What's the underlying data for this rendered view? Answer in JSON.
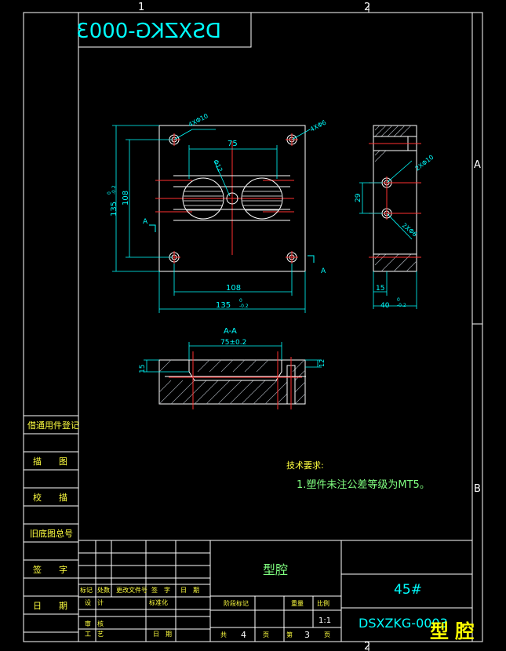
{
  "colors": {
    "background": "#000000",
    "frame": "#ffffff",
    "dimension": "#00ffff",
    "part": "#ffffff",
    "centerline": "#ff3030",
    "hatch": "#9aa0a8",
    "text_green": "#80ff80",
    "text_yellow": "#ffff40",
    "title_yellow": "#ffff00"
  },
  "zones": {
    "col_1": "1",
    "col_2": "2",
    "col_2_bottom": "2",
    "row_a": "A",
    "row_b": "B"
  },
  "drawing_code_mirrored": "DSXZKG-0003",
  "front_view": {
    "hole_note_top_left": "4XΦ10",
    "hole_note_top_right": "4XΦ6",
    "dim_width_top": "75",
    "dim_center_dia": "Φ12",
    "dim_height_inner": "108",
    "dim_height_outer": "135",
    "tol_outer": "0",
    "tol_outer_low": "-0.2",
    "section_mark_left": "A",
    "section_mark_right": "A",
    "dim_width_inner": "108",
    "dim_width_outer": "135"
  },
  "side_view": {
    "hole_note_top": "2XΦ10",
    "hole_note_bottom": "2XΦ6",
    "dim_spacing": "29",
    "dim_step": "15",
    "dim_thickness": "40",
    "tol_thickness": "0",
    "tol_thickness_low": "-0.2"
  },
  "section_view": {
    "title": "A-A",
    "dim_length": "75±0.2",
    "dim_depth_left": "15",
    "dim_depth_right": "12"
  },
  "left_stamp_table": {
    "rows": [
      "借通用件登记",
      "描　　图",
      "校　　描",
      "旧底图总号",
      "签　　字",
      "日　　期"
    ]
  },
  "tech_requirements": {
    "heading": "技术要求:",
    "line1": "1.塑件未注公差等级为MT5。"
  },
  "title_block": {
    "part_name": "型腔",
    "material": "45#",
    "drawing_no": "DSXZKG-0003",
    "stamp": "型 腔",
    "rev_headers": [
      "标记",
      "处数",
      "更改文件号",
      "签　字",
      "日　期"
    ],
    "row_design": "设　计",
    "row_standard": "标准化",
    "row_check": "审　核",
    "row_process": "工　艺",
    "row_date": "日　期",
    "stage_label": "阶段标记",
    "weight_label": "重量",
    "scale_label": "比例",
    "scale_value": "1:1",
    "sheet_total_label": "共",
    "sheet_total": "4",
    "sheet_label": "页",
    "sheet_no_label": "第",
    "sheet_no": "3",
    "sheet_no_suffix": "页"
  }
}
